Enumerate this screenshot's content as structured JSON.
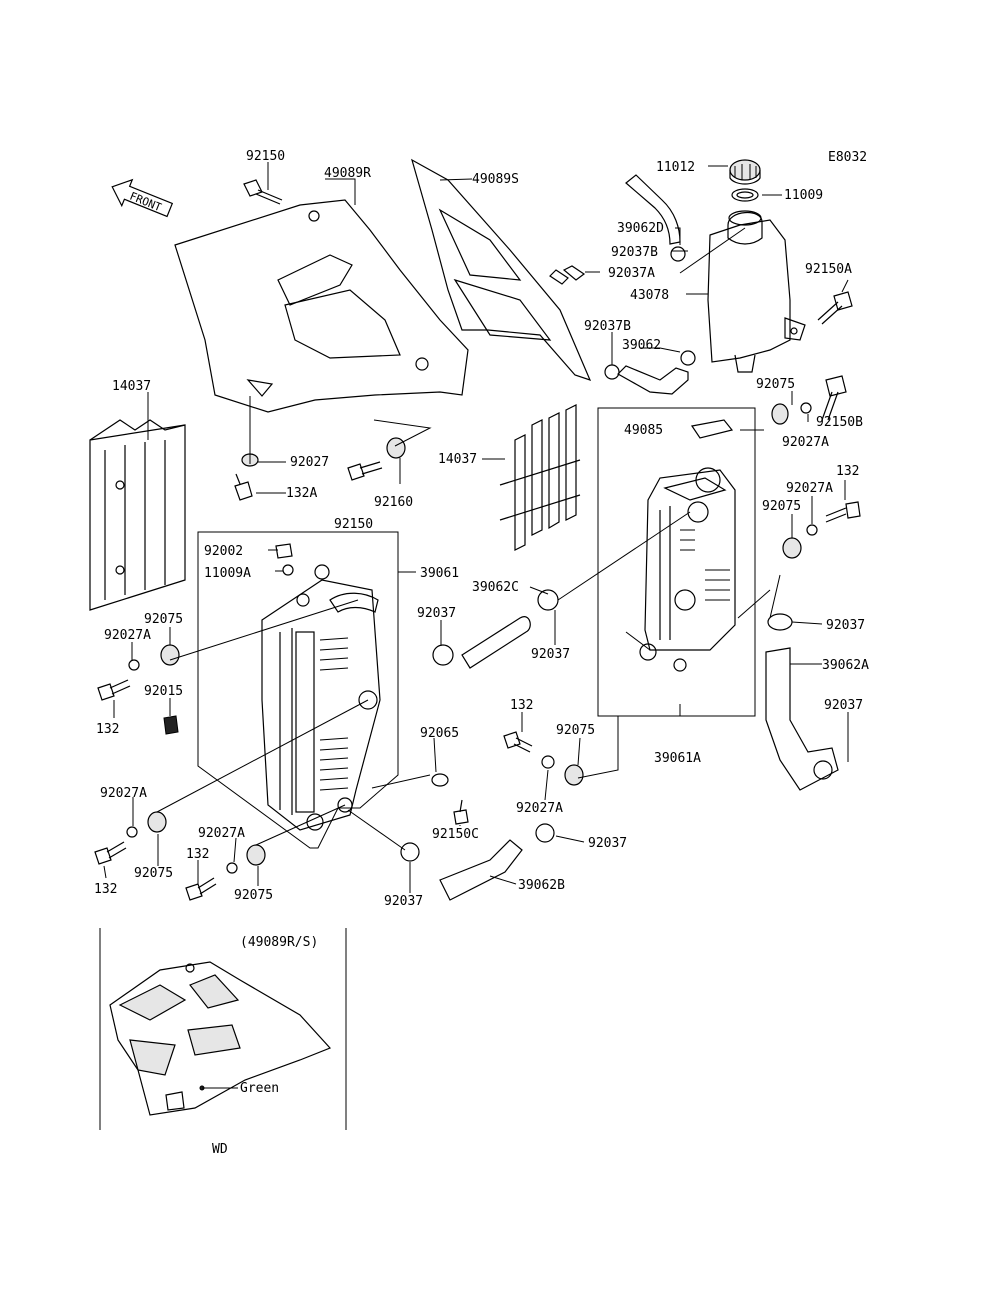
{
  "diagram_code": "E8032",
  "front_label": "FRONT",
  "inset": {
    "title": "(49089R/S)",
    "color_note": "Green",
    "model": "WD"
  },
  "labels": [
    {
      "id": "l01",
      "text": "92150"
    },
    {
      "id": "l02",
      "text": "49089R"
    },
    {
      "id": "l03",
      "text": "49089S"
    },
    {
      "id": "l04",
      "text": "11012"
    },
    {
      "id": "l05",
      "text": "11009"
    },
    {
      "id": "l06",
      "text": "39062D"
    },
    {
      "id": "l07",
      "text": "92037B"
    },
    {
      "id": "l08",
      "text": "92037A"
    },
    {
      "id": "l09",
      "text": "43078"
    },
    {
      "id": "l10",
      "text": "92150A"
    },
    {
      "id": "l11",
      "text": "92037B"
    },
    {
      "id": "l12",
      "text": "39062"
    },
    {
      "id": "l13",
      "text": "92075"
    },
    {
      "id": "l14",
      "text": "92150B"
    },
    {
      "id": "l15",
      "text": "92027A"
    },
    {
      "id": "l16",
      "text": "14037"
    },
    {
      "id": "l17",
      "text": "92027"
    },
    {
      "id": "l18",
      "text": "132A"
    },
    {
      "id": "l19",
      "text": "92160"
    },
    {
      "id": "l20",
      "text": "14037"
    },
    {
      "id": "l21",
      "text": "49085"
    },
    {
      "id": "l22",
      "text": "132"
    },
    {
      "id": "l23",
      "text": "92027A"
    },
    {
      "id": "l24",
      "text": "92075"
    },
    {
      "id": "l25",
      "text": "92150"
    },
    {
      "id": "l26",
      "text": "92002"
    },
    {
      "id": "l27",
      "text": "11009A"
    },
    {
      "id": "l28",
      "text": "39061"
    },
    {
      "id": "l29",
      "text": "39062C"
    },
    {
      "id": "l30",
      "text": "92037"
    },
    {
      "id": "l31",
      "text": "92037"
    },
    {
      "id": "l32",
      "text": "92037"
    },
    {
      "id": "l33",
      "text": "92075"
    },
    {
      "id": "l34",
      "text": "92027A"
    },
    {
      "id": "l35",
      "text": "92015"
    },
    {
      "id": "l36",
      "text": "132"
    },
    {
      "id": "l37",
      "text": "39062A"
    },
    {
      "id": "l38",
      "text": "92037"
    },
    {
      "id": "l39",
      "text": "132"
    },
    {
      "id": "l40",
      "text": "92075"
    },
    {
      "id": "l41",
      "text": "39061A"
    },
    {
      "id": "l42",
      "text": "92065"
    },
    {
      "id": "l43",
      "text": "92027A"
    },
    {
      "id": "l44",
      "text": "92150C"
    },
    {
      "id": "l45",
      "text": "92027A"
    },
    {
      "id": "l46",
      "text": "92027A"
    },
    {
      "id": "l47",
      "text": "92037"
    },
    {
      "id": "l48",
      "text": "132"
    },
    {
      "id": "l49",
      "text": "132"
    },
    {
      "id": "l50",
      "text": "92075"
    },
    {
      "id": "l51",
      "text": "92075"
    },
    {
      "id": "l52",
      "text": "39062B"
    },
    {
      "id": "l53",
      "text": "92037"
    }
  ]
}
